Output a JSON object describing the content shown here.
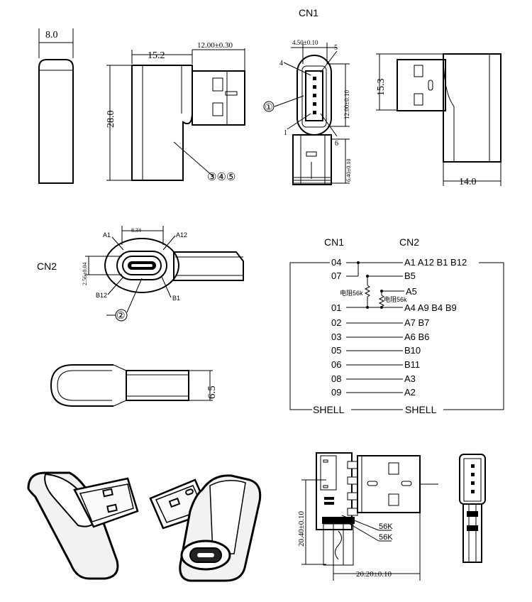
{
  "top": {
    "cn1_title": "CN1",
    "dim_width": "8.0",
    "dim_side": "15.2",
    "dim_plug_len": "12.00±0.30",
    "dim_height": "28.0",
    "callout_345": "③④⑤",
    "front_top": "4.50±0.10",
    "front_pin4": "4",
    "front_pin5": "5",
    "front_pin1": "1",
    "front_pin6": "6",
    "front_ref1": "①",
    "front_right": "12.00±0.10",
    "front_cable": "6.40±0.10",
    "dim_rear_h": "15.3",
    "dim_rear_w": "14.0"
  },
  "cn2": {
    "label": "CN2",
    "a1": "A1",
    "a12": "A12",
    "b12": "B12",
    "b1": "B1",
    "width": "8.34",
    "height": "2.56±0.04",
    "ref2": "②",
    "side_thk": "6.5"
  },
  "wiring": {
    "header_left": "CN1",
    "header_right": "CN2",
    "resistor_1": "电阻56k",
    "resistor_2": "电阻56k",
    "shell_left": "SHELL",
    "shell_right": "SHELL",
    "rows": [
      {
        "left": "04",
        "right": "A1 A12 B1 B12"
      },
      {
        "left": "07",
        "right": "B5"
      },
      {
        "left": "",
        "right": "A5"
      },
      {
        "left": "01",
        "right": "A4 A9 B4 B9"
      },
      {
        "left": "02",
        "right": "A7  B7"
      },
      {
        "left": "03",
        "right": "A6  B6"
      },
      {
        "left": "05",
        "right": "B10"
      },
      {
        "left": "06",
        "right": "B11"
      },
      {
        "left": "08",
        "right": "A3"
      },
      {
        "left": "09",
        "right": "A2"
      }
    ]
  },
  "pcb": {
    "height": "20.40±0.10",
    "width": "20.20±0.10",
    "r1": "56K",
    "r2": "56K"
  }
}
